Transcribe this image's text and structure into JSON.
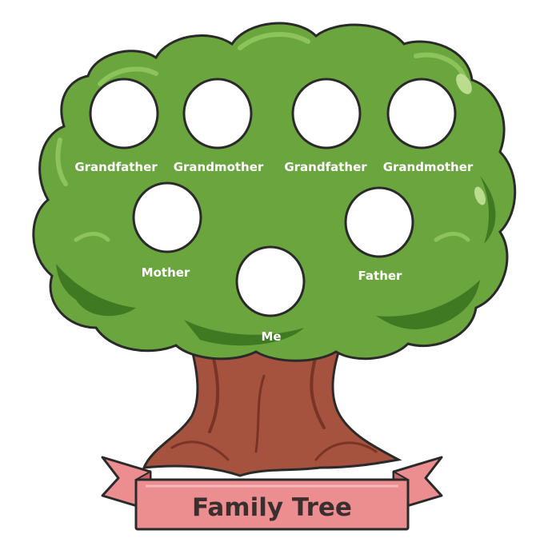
{
  "labels": {
    "grandfather_paternal": "Grandfather",
    "grandmother_paternal": "Grandmother",
    "grandfather_maternal": "Grandfather",
    "grandmother_maternal": "Grandmother",
    "mother": "Mother",
    "father": "Father",
    "me": "Me"
  },
  "banner": {
    "title": "Family Tree"
  },
  "colors": {
    "foliage": "#6aa63d",
    "foliage_dark": "#3f7a22",
    "foliage_light": "#8cc35a",
    "trunk": "#a5533f",
    "trunk_dark": "#7a3425",
    "banner": "#ec8d90",
    "banner_dark": "#c9646a",
    "outline": "#2a2a2a"
  }
}
